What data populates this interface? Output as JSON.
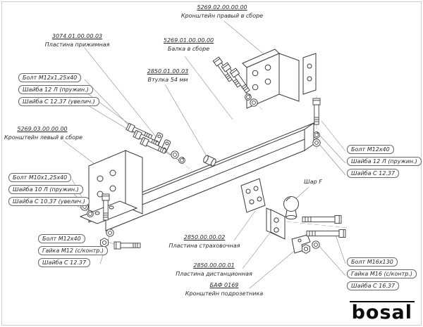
{
  "sheet": {
    "bg": "#ffffff",
    "line_color": "#3b3b3b",
    "leader_color": "#8a8a8a"
  },
  "parts": {
    "bracket_right": {
      "num": "5269.02.00.00.00",
      "name": "Кронштейн правый в сборе"
    },
    "pressure_plate": {
      "num": "3074.01.00.00.03",
      "name": "Пластина прижимная"
    },
    "beam": {
      "num": "5269.01.00.00.00",
      "name": "Балка в сборе"
    },
    "bushing": {
      "num": "2850.01.00.03",
      "name": "Втулка 54 мм"
    },
    "bracket_left": {
      "num": "5269.03.00.00.00",
      "name": "Кронштейн левый в сборе"
    },
    "safety_plate": {
      "num": "2850.00.00.02",
      "name": "Пластина страховочная"
    },
    "spacer_plate": {
      "num": "2850.00.00.01",
      "name": "Пластина дистанционная"
    },
    "socket_bracket": {
      "num": "БАФ 0169",
      "name": "Кронштейн подрозетника"
    },
    "ball": {
      "name": "Шар F"
    }
  },
  "fasteners": {
    "m12x125x40": [
      "Болт М12х1,25х40",
      "Шайба 12 Л (пружин.)",
      "Шайба С 12.37 (увелич.)"
    ],
    "m10x125x40": [
      "Болт М10х1,25х40",
      "Шайба 10 Л (пружин.)",
      "Шайба С 10.37 (увелич.)"
    ],
    "m12x40_left": [
      "Болт М12х40",
      "Гайка М12 (с/контр.)",
      "Шайба С 12.37"
    ],
    "m12x40_right": [
      "Болт М12х40",
      "Шайба 12 Л (пружин.)",
      "Шайба С 12.37"
    ],
    "m16x130": [
      "Болт М16х130",
      "Гайка М16 (с/контр.)",
      "Шайба С 16.37"
    ]
  },
  "brand": {
    "logo": "bosal"
  }
}
